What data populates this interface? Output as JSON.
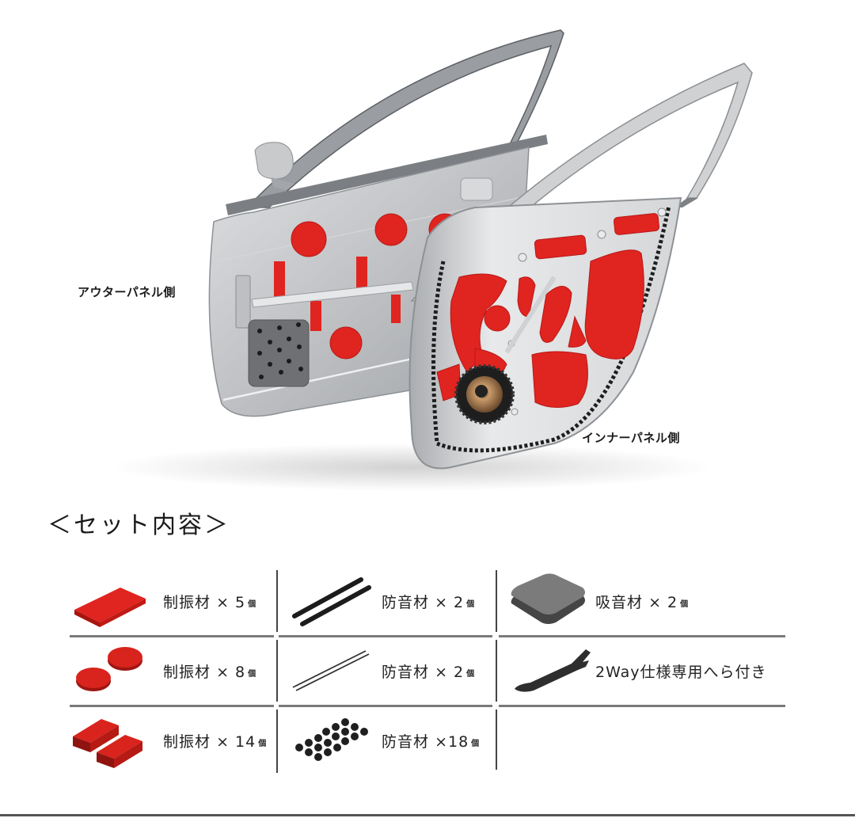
{
  "hero": {
    "outer_panel_label": "アウターパネル側",
    "inner_panel_label": "インナーパネル側",
    "colors": {
      "damping_red": "#e0201e",
      "panel_silver": "#c9cbcd",
      "foam_gray": "#6a6a6a",
      "seal_black": "#1e1e1e"
    }
  },
  "set_contents": {
    "title": "＜セット内容＞",
    "items": [
      {
        "icon": "red-sheet-icon",
        "name": "制振材",
        "times": "×",
        "qty": "5",
        "unit": "個"
      },
      {
        "icon": "black-foam-strip-icon",
        "name": "防音材",
        "times": "×",
        "qty": "2",
        "unit": "個"
      },
      {
        "icon": "gray-foam-pad-icon",
        "name": "吸音材",
        "times": "×",
        "qty": "2",
        "unit": "個"
      },
      {
        "icon": "red-round-disc-icon",
        "name": "制振材",
        "times": "×",
        "qty": "8",
        "unit": "個"
      },
      {
        "icon": "thin-strip-icon",
        "name": "防音材",
        "times": "×",
        "qty": "2",
        "unit": "個"
      },
      {
        "icon": "pry-tool-icon",
        "name": "2Way仕様専用へら付き",
        "times": "",
        "qty": "",
        "unit": ""
      },
      {
        "icon": "red-sheet-stack-icon",
        "name": "制振材",
        "times": "×",
        "qty": "14",
        "unit": "個"
      },
      {
        "icon": "black-ring-pads-icon",
        "name": "防音材",
        "times": "×",
        "qty": "18",
        "unit": "個"
      }
    ]
  }
}
